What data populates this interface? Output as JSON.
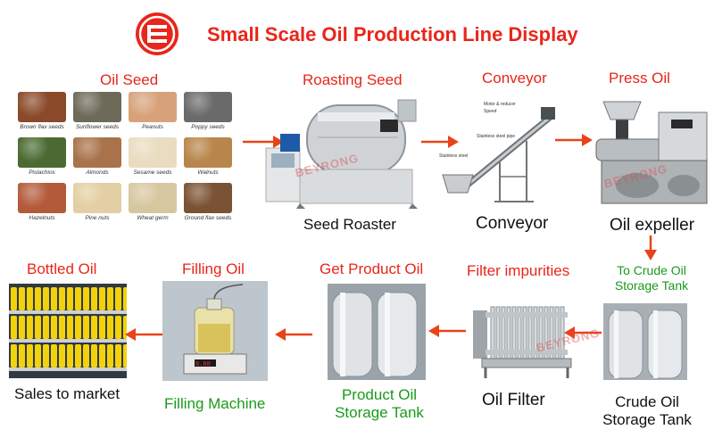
{
  "title": "Small Scale Oil Production Line Display",
  "colors": {
    "accent_red": "#e8261a",
    "label_green": "#1a9a1a",
    "arrow": "#e8431a"
  },
  "watermark": "BEYRONG",
  "stages": {
    "oil_seed": {
      "heading": "Oil Seed"
    },
    "roasting": {
      "heading": "Roasting Seed",
      "caption": "Seed Roaster"
    },
    "conveyor": {
      "heading": "Conveyor",
      "caption": "Conveyor"
    },
    "press": {
      "heading": "Press Oil",
      "caption": "Oil expeller"
    },
    "crude_tank": {
      "heading": "To Crude Oil Storage Tank",
      "caption": "Crude Oil Storage Tank"
    },
    "filter": {
      "heading": "Filter impurities",
      "caption": "Oil Filter"
    },
    "product_tank": {
      "heading": "Get Product Oil",
      "caption": "Product Oil Storage Tank"
    },
    "filling": {
      "heading": "Filling Oil",
      "caption": "Filling Machine"
    },
    "bottled": {
      "heading": "Bottled Oil",
      "caption": "Sales to market"
    }
  },
  "seeds": [
    {
      "label": "Brown flax seeds",
      "color": "#8a4a2a"
    },
    {
      "label": "Sunflower seeds",
      "color": "#6e6a5a"
    },
    {
      "label": "Peanuts",
      "color": "#d7a27a"
    },
    {
      "label": "Poppy seeds",
      "color": "#6a6a6a"
    },
    {
      "label": "Pistachios",
      "color": "#4a6a32"
    },
    {
      "label": "Almonds",
      "color": "#a8724a"
    },
    {
      "label": "Sesame seeds",
      "color": "#e9dcc0"
    },
    {
      "label": "Walnuts",
      "color": "#b8864a"
    },
    {
      "label": "Hazelnuts",
      "color": "#b35a3a"
    },
    {
      "label": "Pine nuts",
      "color": "#e3cfa3"
    },
    {
      "label": "Wheat germ",
      "color": "#d7c7a0"
    },
    {
      "label": "Ground flax seeds",
      "color": "#7a5234"
    }
  ],
  "conveyor_notes": [
    "Stainless steel pipe",
    "Motor & reducer",
    "Speed",
    "Stainless steel"
  ]
}
